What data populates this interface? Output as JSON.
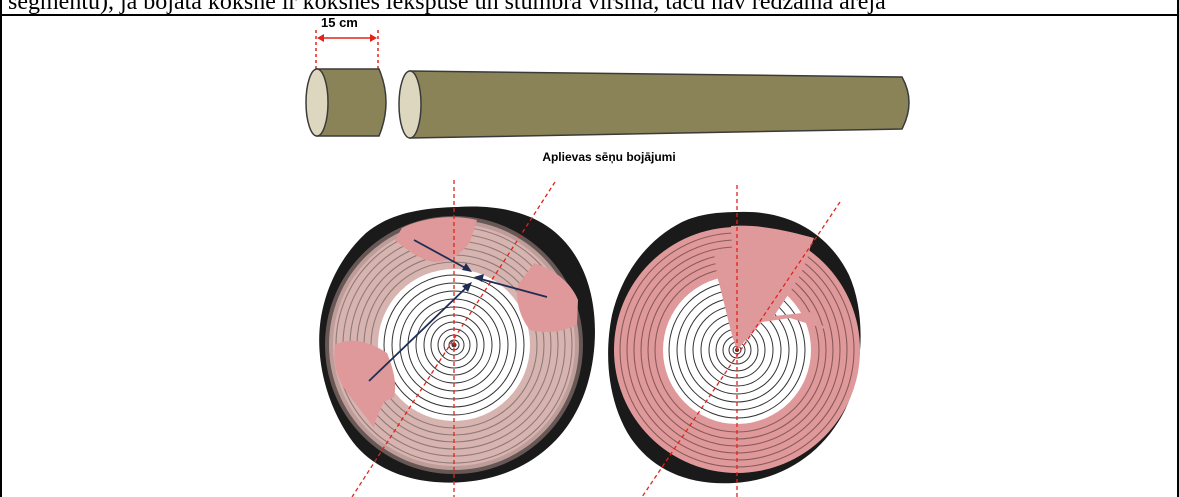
{
  "top_text": "segmentu), ja bojātā koksne ir koksnes iekšpusē un stumbra virsmā, taču nav redzama ārēja",
  "segment_length_label": "15 cm",
  "log_caption": "Aplievas sēņu bojājumi",
  "colors": {
    "bark_olive": "#8a8357",
    "cut_face": "#ded7c0",
    "damaged_wood": "#e0999a",
    "sapwood": "#d8b4b0",
    "heartwood": "#ffffff",
    "bark_dark": "#1a1a1a",
    "arrow_navy": "#1f2d55",
    "measure_red": "#e2231a"
  }
}
